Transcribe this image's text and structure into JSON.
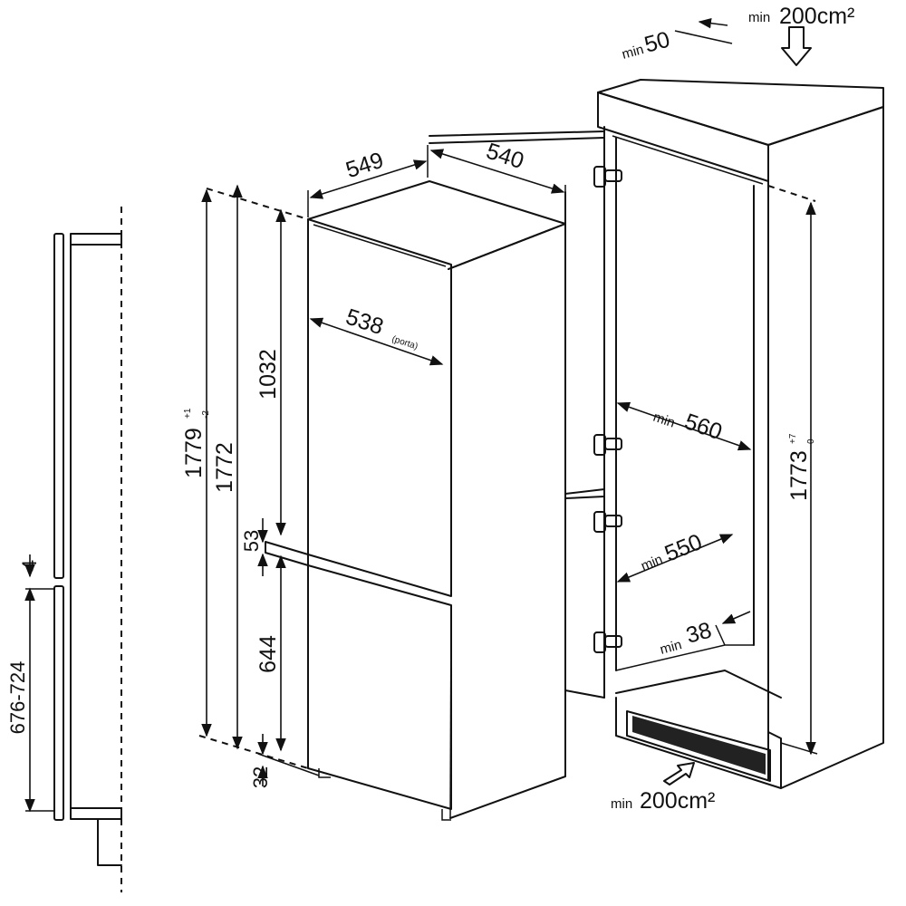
{
  "dimensions": {
    "depth_total": "549",
    "width_cabinet": "540",
    "door_width": "538",
    "door_width_note": "(porta)",
    "height_total": "1779",
    "height_total_tol_upper": "+1",
    "height_total_tol_lower": "-2",
    "height_cabinet": "1772",
    "upper_door": "1032",
    "gap_doors": "53",
    "lower_door": "644",
    "base_height": "32",
    "side_gap": "4",
    "side_range": "676-724",
    "niche_height": "1773",
    "niche_height_tol_upper": "+7",
    "niche_height_tol_lower": "0",
    "niche_width_upper": "560",
    "niche_width_lower": "550",
    "niche_back_depth": "38",
    "niche_top_depth": "50",
    "min_prefix": "min",
    "vent_top": "200cm²",
    "vent_bottom": "200cm²"
  },
  "icons": {
    "airflow_top": "down-arrow-icon",
    "airflow_bottom": "diagonal-arrow-icon",
    "hinges": "hinge-icon"
  }
}
